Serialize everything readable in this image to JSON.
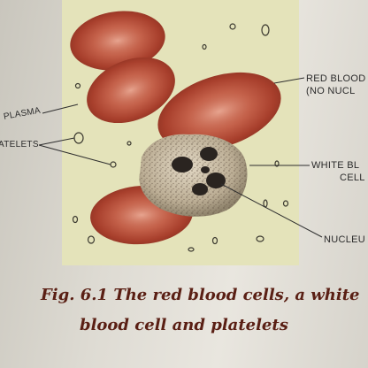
{
  "labels": {
    "red_line1": "RED BLOOD",
    "red_line2": "(NO NUCL",
    "plasma": "PLASMA",
    "platelets": "ATELETS",
    "white_line1": "WHITE BL",
    "white_line2": "CELL",
    "nucleus": "NUCLEU"
  },
  "caption": {
    "line1": "Fig. 6.1 The red blood cells, a white",
    "line2": "blood cell and platelets"
  },
  "colors": {
    "plate_background": "#e3e3b8",
    "rbc_fill": "#c0503a",
    "rbc_center": "#d9806a",
    "wbc_fill": "#c8bda8",
    "nucleus": "#2a2420",
    "caption": "#5a1f14"
  }
}
